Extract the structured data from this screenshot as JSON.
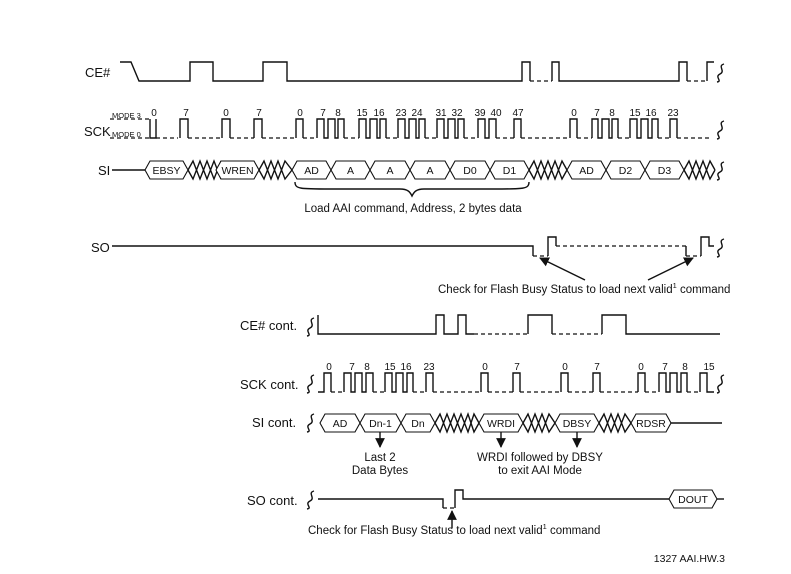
{
  "signals": {
    "ce": "CE#",
    "sck": "SCK",
    "si": "SI",
    "so": "SO",
    "ce_cont": "CE# cont.",
    "sck_cont": "SCK cont.",
    "si_cont": "SI cont.",
    "so_cont": "SO cont."
  },
  "modes": {
    "mode3": "MODE 3",
    "mode0": "MODE 0"
  },
  "sck_ticks": [
    "0",
    "7",
    "0",
    "7",
    "0",
    "7",
    "8",
    "15",
    "16",
    "23",
    "24",
    "31",
    "32",
    "39",
    "40",
    "47",
    "0",
    "7",
    "8",
    "15",
    "16",
    "23"
  ],
  "sck_cont_ticks": [
    "0",
    "7",
    "8",
    "15",
    "16",
    "23",
    "0",
    "7",
    "0",
    "7",
    "0",
    "7",
    "8",
    "15"
  ],
  "si_boxes": [
    "EBSY",
    "WREN",
    "AD",
    "A",
    "A",
    "A",
    "D0",
    "D1",
    "AD",
    "D2",
    "D3"
  ],
  "si_cont_boxes": [
    "AD",
    "Dn-1",
    "Dn",
    "WRDI",
    "DBSY",
    "RDSR"
  ],
  "so_cont_box": "DOUT",
  "annotations": {
    "load_aai": "Load AAI command, Address, 2 bytes data",
    "check_busy": "Check for Flash Busy Status to load next valid",
    "check_busy_sup": "1",
    "check_busy_end": " command",
    "last2_line1": "Last 2",
    "last2_line2": "Data Bytes",
    "wrdi_line1": "WRDI  followed by DBSY",
    "wrdi_line2": "to exit AAI Mode"
  },
  "figure_id": "1327 AAI.HW.3"
}
